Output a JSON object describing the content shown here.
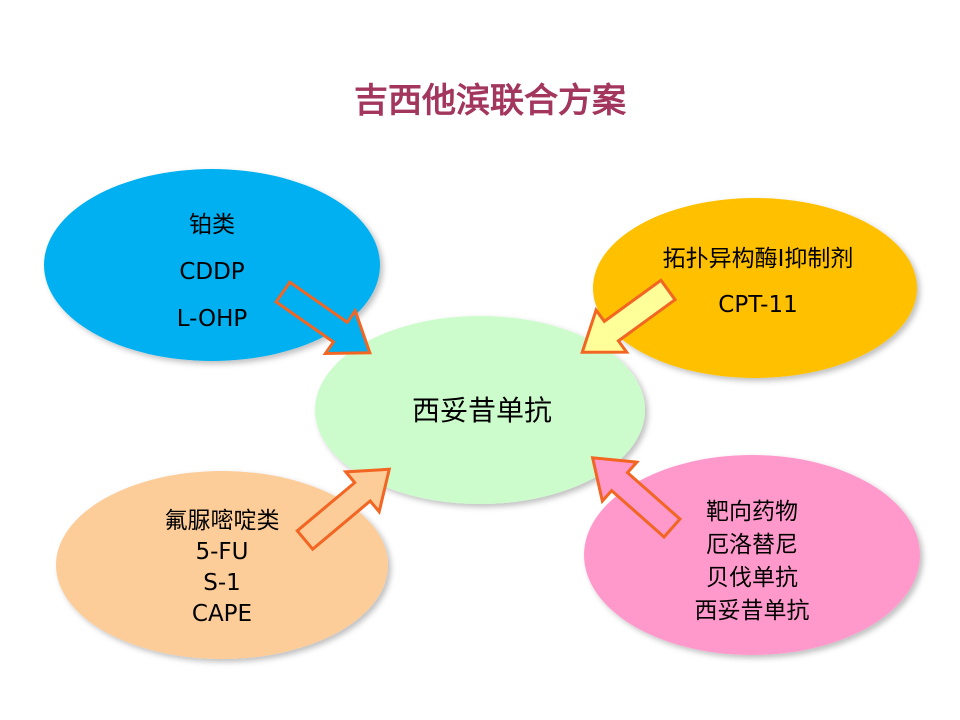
{
  "title": "吉西他滨联合方案",
  "center": {
    "label": "西妥昔单抗",
    "color": "#ccfccc"
  },
  "nodes": [
    {
      "id": "platinum",
      "color": "#00b0f0",
      "lines": [
        "铂类",
        "CDDP",
        "L-OHP"
      ]
    },
    {
      "id": "topo",
      "color": "#ffc000",
      "arrow_color": "#ffff99",
      "lines": [
        "拓扑异构酶Ⅰ抑制剂",
        "CPT-11"
      ]
    },
    {
      "id": "fluoro",
      "color": "#fccc99",
      "lines": [
        "氟脲嘧啶类",
        "5-FU",
        "S-1",
        "CAPE"
      ]
    },
    {
      "id": "targeted",
      "color": "#ff99cc",
      "lines": [
        "靶向药物",
        "厄洛替尼",
        "贝伐单抗",
        "西妥昔单抗"
      ]
    }
  ],
  "colors": {
    "title": "#a3365c",
    "arrow_stroke": "#f26522"
  }
}
